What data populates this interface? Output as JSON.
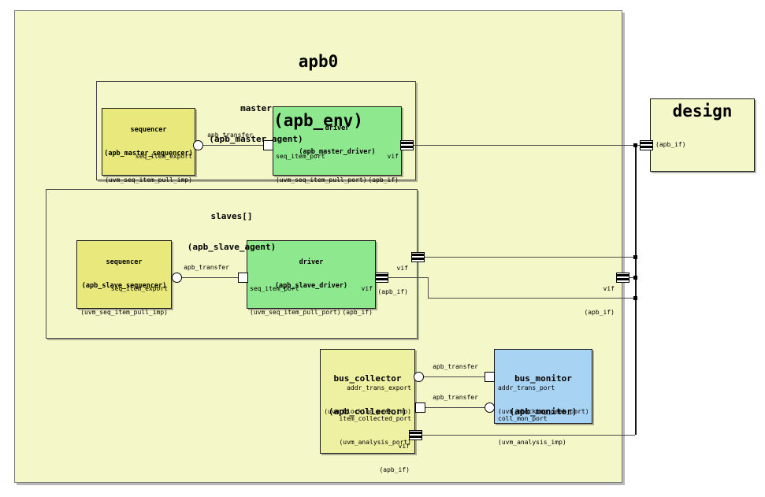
{
  "colors": {
    "envFill": "#f4f8c9",
    "agentFill": "#f4f8c9",
    "sequencerFill": "#e9e87c",
    "driverFill": "#8ee88e",
    "collectorFill": "#eef0a2",
    "monitorFill": "#a9d3f2",
    "designFill": "#f4f8c9",
    "outerBorder": "#7e7e7e",
    "wire": "#4a4a4a",
    "trunk": "#141414",
    "text": "#000000"
  },
  "env": {
    "instance": "apb0",
    "class": "(apb_env)",
    "vif": {
      "name": "vif",
      "type": "(apb_if)"
    }
  },
  "master": {
    "instance": "master",
    "class": "(apb_master_agent)",
    "connection": "apb_transfer",
    "sequencer": {
      "instance": "sequencer",
      "class": "(apb_master_sequencer)",
      "export": {
        "name": "seq_item_export",
        "type": "(uvm_seq_item_pull_imp)"
      }
    },
    "driver": {
      "instance": "driver",
      "class": "(apb_master_driver)",
      "port": {
        "name": "seq_item_port",
        "type": "(uvm_seq_item_pull_port)"
      },
      "vif": {
        "name": "vif",
        "type": "(apb_if)"
      }
    }
  },
  "slaves": {
    "instance": "slaves[]",
    "class": "(apb_slave_agent)",
    "connection": "apb_transfer",
    "vif": {
      "name": "vif",
      "type": "(apb_if)"
    },
    "sequencer": {
      "instance": "sequencer",
      "class": "(apb_slave_sequencer)",
      "export": {
        "name": "seq_item_export",
        "type": "(uvm_seq_item_pull_imp)"
      }
    },
    "driver": {
      "instance": "driver",
      "class": "(apb_slave_driver)",
      "port": {
        "name": "seq_item_port",
        "type": "(uvm_seq_item_pull_port)"
      },
      "vif": {
        "name": "vif",
        "type": "(apb_if)"
      }
    }
  },
  "collector": {
    "instance": "bus_collector",
    "class": "(apb_collector)",
    "connection1": "apb_transfer",
    "connection2": "apb_transfer",
    "addr_export": {
      "name": "addr_trans_export",
      "type": "(uvm_blocking_peek_imp)"
    },
    "item_port": {
      "name": "item_collected_port",
      "type": "(uvm_analysis_port)"
    },
    "vif": {
      "name": "vif",
      "type": "(apb_if)"
    }
  },
  "monitor": {
    "instance": "bus_monitor",
    "class": "(apb_monitor)",
    "addr_port": {
      "name": "addr_trans_port",
      "type": "(uvm_blocking_peek_port)"
    },
    "coll_port": {
      "name": "coll_mon_port",
      "type": "(uvm_analysis_imp)"
    }
  },
  "design": {
    "instance": "design",
    "port_type": "(apb_if)"
  }
}
